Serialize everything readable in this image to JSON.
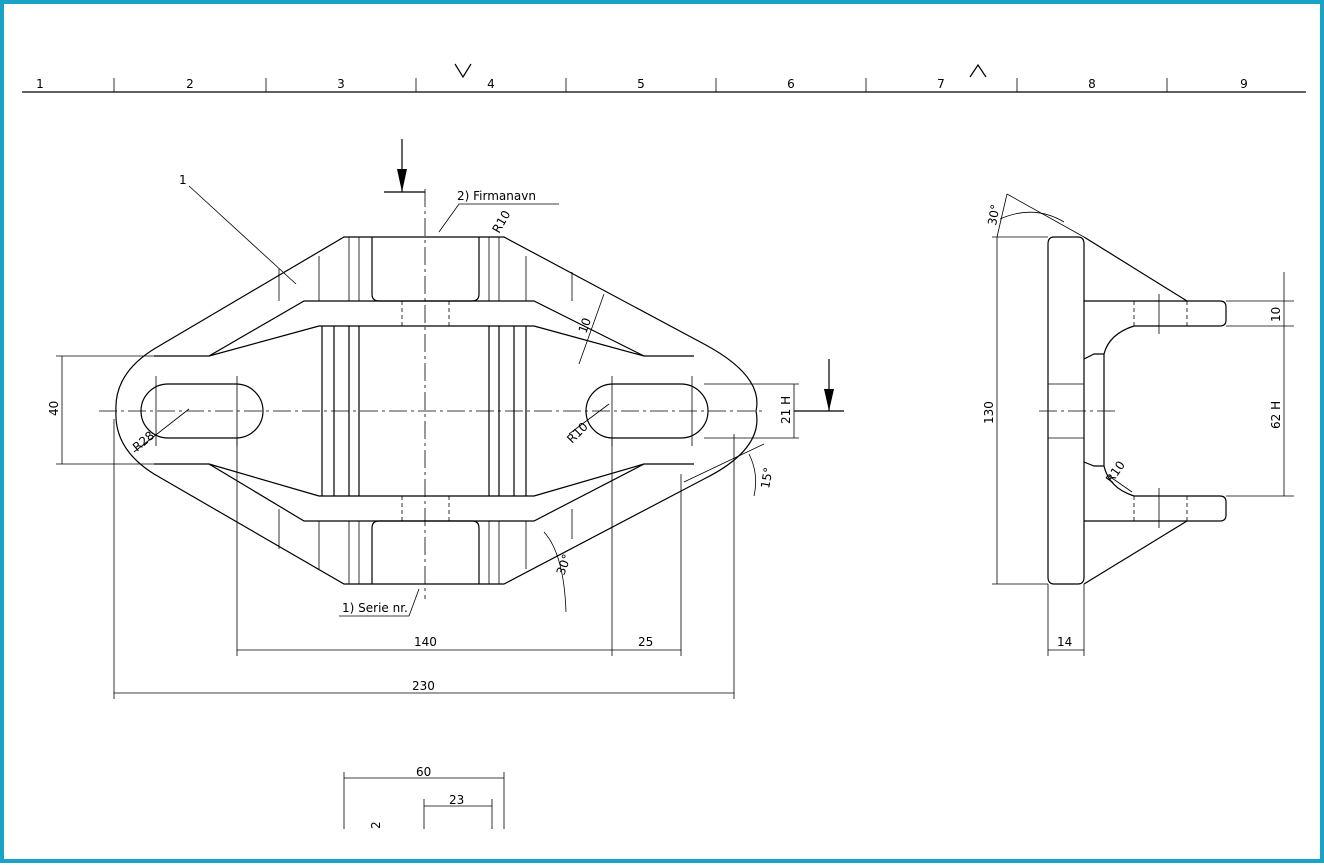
{
  "zone_numbers": [
    "1",
    "2",
    "3",
    "4",
    "5",
    "6",
    "7",
    "8",
    "9"
  ],
  "part_label": "1",
  "notes": {
    "firmanavn": "2) Firmanavn",
    "serie": "1) Serie nr."
  },
  "dimensions": {
    "d140": "140",
    "d25": "25",
    "d230": "230",
    "d40": "40",
    "d21": "21 H",
    "d10_slant": "10",
    "r10_top": "R10",
    "r10_slot": "R10",
    "r28": "R28",
    "a15": "15°",
    "a30_bottom": "30°",
    "a30_side": "30°",
    "d130": "130",
    "d14": "14",
    "d10_side": "10",
    "d62": "62 H",
    "r10_side": "R10",
    "d60": "60",
    "d23": "23",
    "d2": "2"
  },
  "colors": {
    "border": "#1aa3c4",
    "line": "#000000",
    "background": "#ffffff"
  }
}
